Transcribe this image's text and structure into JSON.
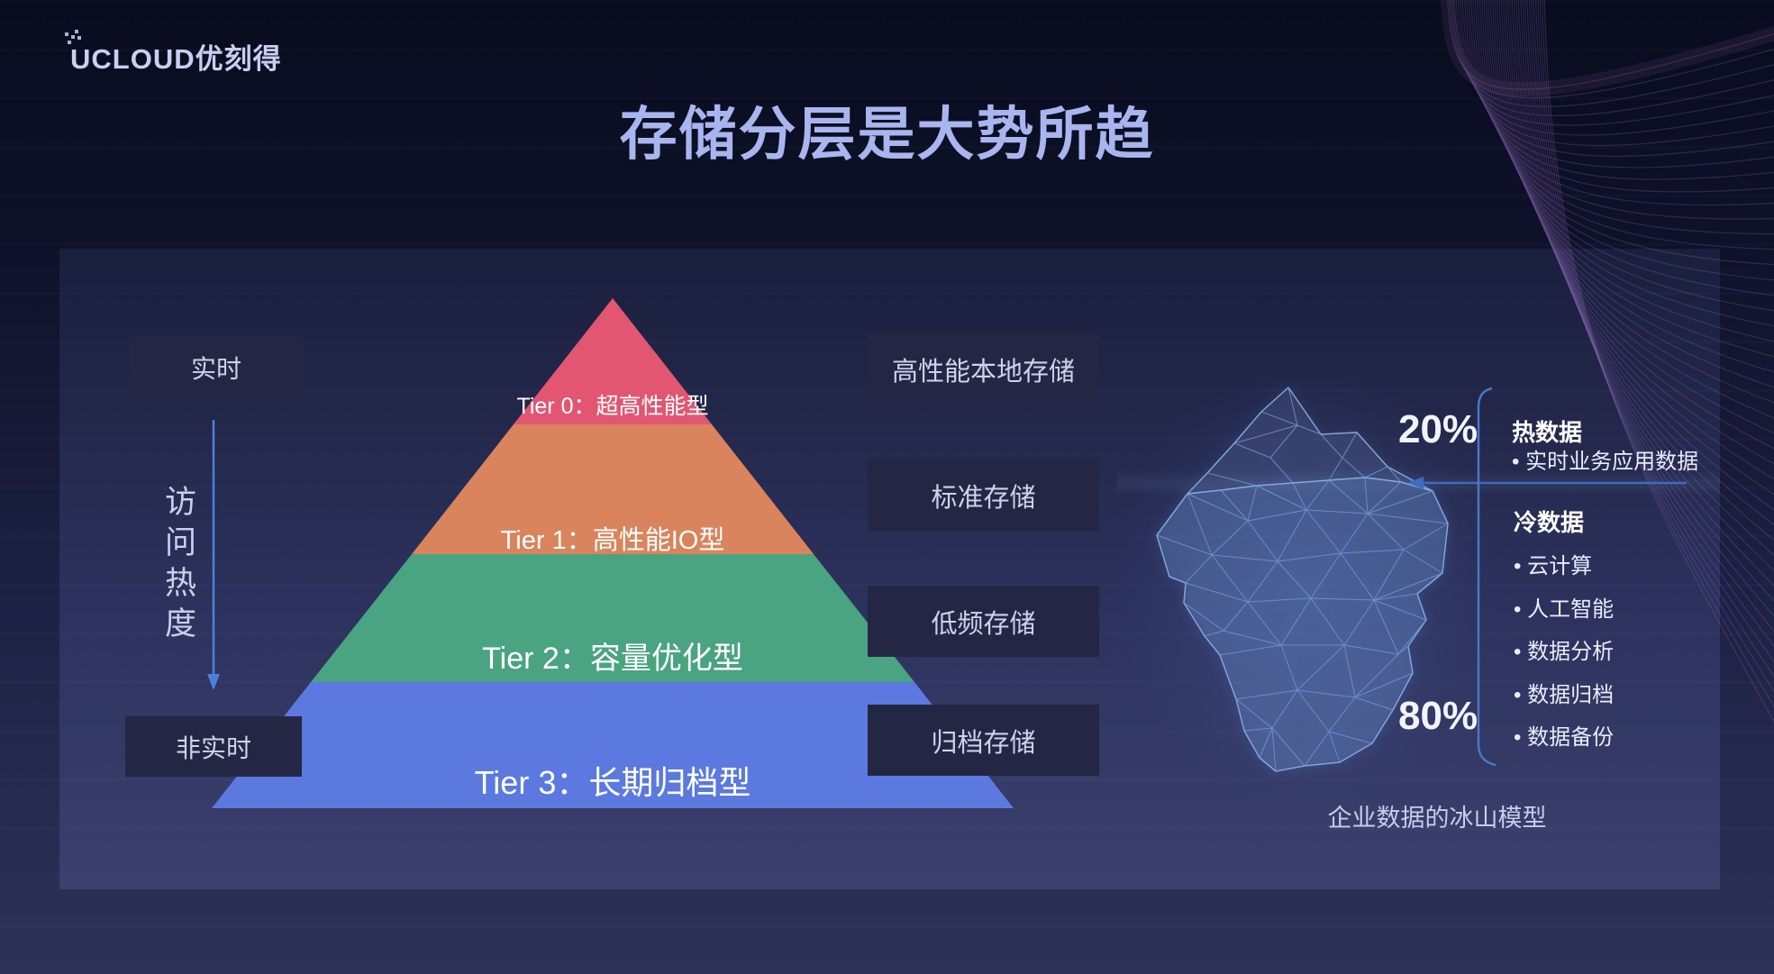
{
  "logo": {
    "text": "UCLOUD优刻得"
  },
  "title": "存储分层是大势所趋",
  "pyramid": {
    "tiers": [
      {
        "label": "Tier 0：超高性能型",
        "color": "#e25672"
      },
      {
        "label": "Tier 1：高性能IO型",
        "color": "#d9845c"
      },
      {
        "label": "Tier 2：容量优化型",
        "color": "#4aa381"
      },
      {
        "label": "Tier 3：长期归档型",
        "color": "#5b79df"
      }
    ]
  },
  "left_axis": {
    "top_label": "实时",
    "axis_label": "访问热度",
    "bottom_label": "非实时"
  },
  "storage_boxes": [
    "高性能本地存储",
    "标准存储",
    "低频存储",
    "归档存储"
  ],
  "iceberg": {
    "top_percent": "20%",
    "bottom_percent": "80%",
    "hot": {
      "heading": "热数据",
      "items": [
        "实时业务应用数据"
      ]
    },
    "cold": {
      "heading": "冷数据",
      "items": [
        "云计算",
        "人工智能",
        "数据分析",
        "数据归档",
        "数据备份"
      ]
    },
    "caption": "企业数据的冰山模型"
  },
  "colors": {
    "background_top": "#090c1e",
    "background_bottom": "#2e3258",
    "panel": "rgba(138,148,255,0.14)",
    "title_text": "#a9b5ef",
    "label_box": "#232744",
    "label_text": "#cdd3ec",
    "arrow_blue": "#4c80da",
    "iceberg_line": "#6f9ad8"
  }
}
